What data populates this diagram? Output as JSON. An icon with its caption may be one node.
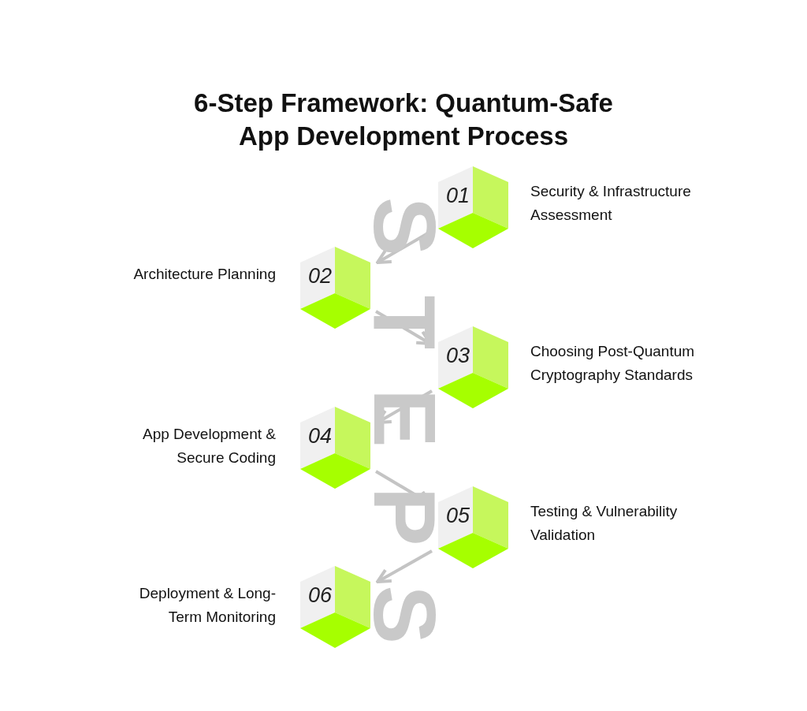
{
  "diagram": {
    "title": "6-Step Framework: Quantum-Safe App Development Process",
    "nodes": [
      {
        "text": [
          "01"
        ],
        "beside": [
          "Security & Infrastructure Assessment"
        ]
      },
      {
        "text": [
          "02"
        ],
        "beside": [
          "Architecture Planning"
        ]
      },
      {
        "text": [
          "03"
        ],
        "beside": [
          "Choosing Post-Quantum Cryptography Standards"
        ]
      },
      {
        "text": [
          "04"
        ],
        "beside": [
          "App Development & Secure Coding"
        ]
      },
      {
        "text": [
          "05"
        ],
        "beside": [
          "Testing & Vulnerability Validation"
        ]
      },
      {
        "text": [
          "06"
        ],
        "beside": [
          "Deployment & Long-Term Monitoring"
        ]
      }
    ],
    "edges": [
      {
        "from": 0,
        "to": 1,
        "arrow": "to"
      },
      {
        "from": 1,
        "to": 2,
        "arrow": "to"
      },
      {
        "from": 2,
        "to": 3,
        "arrow": "to"
      },
      {
        "from": 3,
        "to": 4,
        "arrow": "to"
      },
      {
        "from": 4,
        "to": 5,
        "arrow": "to"
      }
    ],
    "labels": [
      "STEPS"
    ]
  }
}
